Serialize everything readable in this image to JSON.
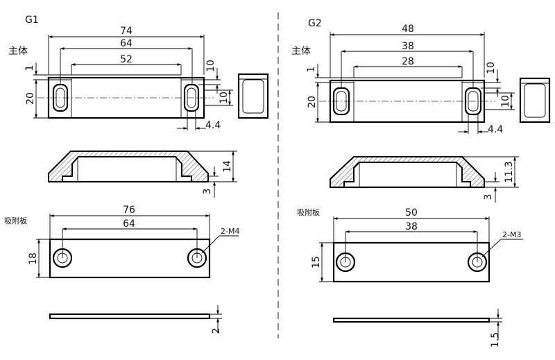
{
  "g1": {
    "title": "G1",
    "main_body_label": "主体",
    "main_dims": {
      "overall": "74",
      "outer": "64",
      "inner": "52",
      "step": "1",
      "height": "20",
      "slot_top": "10",
      "slot_right": "10",
      "slot_width": "4.4"
    },
    "section_dims": {
      "height": "14",
      "base": "3"
    },
    "plate_label": "吸附板",
    "plate_dims": {
      "overall": "76",
      "holes": "64",
      "height": "18",
      "thickness": "2",
      "screw": "2-M4"
    }
  },
  "g2": {
    "title": "G2",
    "main_body_label": "主体",
    "main_dims": {
      "overall": "48",
      "outer": "38",
      "inner": "28",
      "step": "1",
      "height": "20",
      "slot_top": "10",
      "slot_right": "10",
      "slot_width": "4.4"
    },
    "section_dims": {
      "height": "11.3",
      "base": "3"
    },
    "plate_label": "吸附板",
    "plate_dims": {
      "overall": "50",
      "holes": "38",
      "height": "15",
      "thickness": "1.5",
      "screw": "2-M3"
    }
  }
}
